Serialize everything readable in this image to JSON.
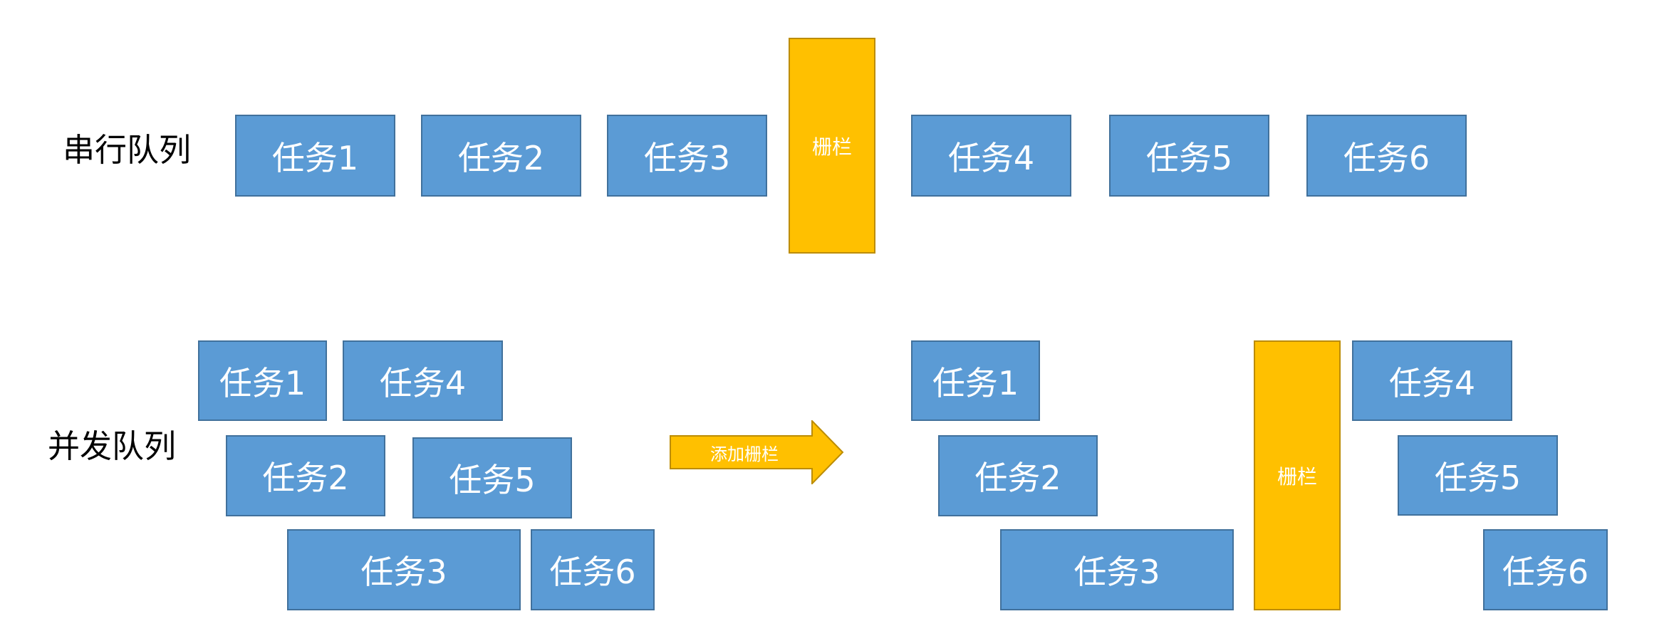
{
  "serial_row": {
    "label": "串行队列",
    "tasks_before_barrier": [
      "任务1",
      "任务2",
      "任务3"
    ],
    "barrier_label": "栅栏",
    "tasks_after_barrier": [
      "任务4",
      "任务5",
      "任务6"
    ]
  },
  "concurrent_row": {
    "label": "并发队列",
    "left_tasks": [
      "任务1",
      "任务4",
      "任务2",
      "任务5",
      "任务3",
      "任务6"
    ],
    "arrow_label": "添加栅栏",
    "right_tasks_before_barrier": [
      "任务1",
      "任务2",
      "任务3"
    ],
    "barrier_label": "栅栏",
    "right_tasks_after_barrier": [
      "任务4",
      "任务5",
      "任务6"
    ]
  },
  "colors": {
    "task_fill": "#5b9bd5",
    "task_border": "#41719c",
    "barrier_fill": "#ffc000",
    "task_text": "#ffffff"
  }
}
